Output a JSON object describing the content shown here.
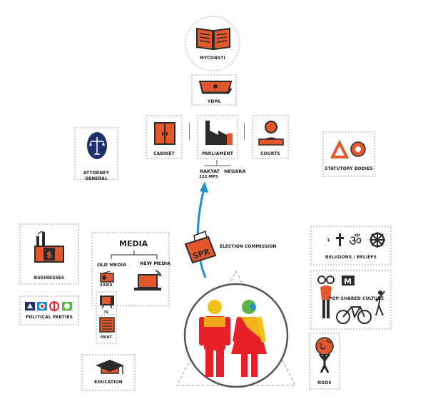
{
  "nodes": {
    "myconsti": "MyConsti",
    "ydpa": "YDPA",
    "cabinet": "Cabinet",
    "parliament": "Parliament",
    "courts": "Courts",
    "attorney_general": "Attorney General",
    "statutory_bodies": "Statutory Bodies",
    "rakyat": "Rakyat",
    "rakyat_mps": "222 MPs",
    "negara": "Negara",
    "election_commission": "Election Commission",
    "spr": "SPR",
    "businesses": "Businesses",
    "political_parties": "Political Parties",
    "media": "Media",
    "old_media": "Old Media",
    "new_media": "New Media",
    "radio": "Radio",
    "tv": "TV",
    "print": "Print",
    "education": "Education",
    "religions": "Religions / Beliefs",
    "pop_culture": "Pop-Shared Culture",
    "mtv": "M",
    "ngos": "NGOs",
    "dollar": "$"
  },
  "colors": {
    "orange": "#e2582c",
    "dark": "#2b2b2b",
    "red": "#e8202a",
    "yellow": "#f2c21a",
    "blue": "#1f8fd0",
    "green": "#5bb346",
    "navy": "#1f2f6b"
  }
}
